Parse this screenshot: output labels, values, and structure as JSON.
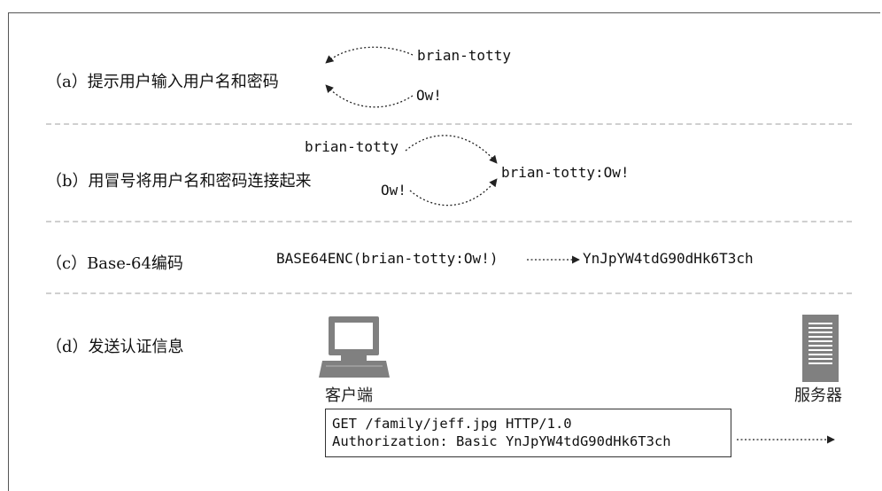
{
  "steps": {
    "a": {
      "label": "（a）提示用户输入用户名和密码",
      "username": "brian-totty",
      "password": "Ow!"
    },
    "b": {
      "label": "（b）用冒号将用户名和密码连接起来",
      "username": "brian-totty",
      "password": "Ow!",
      "joined": "brian-totty:Ow!"
    },
    "c": {
      "label": "（c）Base-64编码",
      "input": "BASE64ENC(brian-totty:Ow!)",
      "output": "YnJpYW4tdG90dHk6T3ch"
    },
    "d": {
      "label": "（d）发送认证信息",
      "client_label": "客户端",
      "server_label": "服务器",
      "request_line": "GET /family/jeff.jpg HTTP/1.0",
      "auth_header": "Authorization: Basic YnJpYW4tdG90dHk6T3ch"
    }
  },
  "icons": {
    "client": "computer-terminal-icon",
    "server": "server-tower-icon"
  },
  "colors": {
    "icon_gray": "#808080",
    "separator": "#cfcfcf",
    "arrow": "#222222"
  }
}
